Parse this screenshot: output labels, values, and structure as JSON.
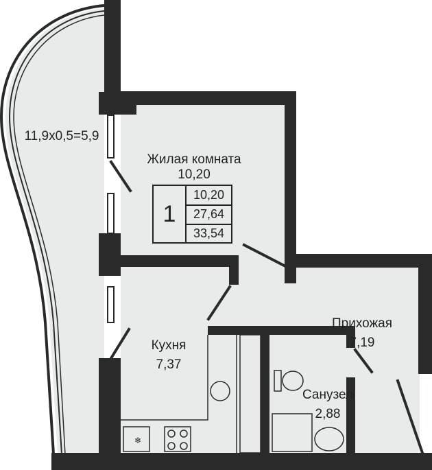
{
  "plan": {
    "rooms_count": "1",
    "areas": {
      "living": "10,20",
      "total_living": "27,64",
      "total": "33,54"
    },
    "rooms": [
      {
        "name": "Жилая комната",
        "area": "10,20"
      },
      {
        "name": "Кухня",
        "area": "7,37"
      },
      {
        "name": "Прихожая",
        "area": "7,19"
      },
      {
        "name": "Санузел",
        "area": "2,88"
      }
    ],
    "balcony": "11,9x0,5=5,9"
  },
  "colors": {
    "wall": "#2a2a2a",
    "floor": "#e9ebeb"
  }
}
